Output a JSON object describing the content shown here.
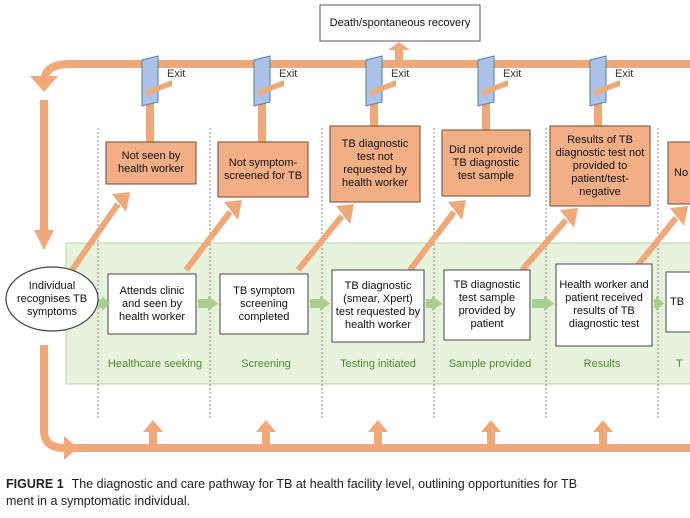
{
  "diagram": {
    "outcome_box": "Death/spontaneous recovery",
    "start_node": "Individual recognises TB symptoms",
    "exit_label": "Exit",
    "stages": [
      {
        "label": "Healthcare seeking",
        "step": "Attends clinic and seen by health worker",
        "failure": "Not seen by health worker"
      },
      {
        "label": "Screening",
        "step": "TB symptom screening completed",
        "failure": "Not symptom-screened for TB"
      },
      {
        "label": "Testing initiated",
        "step": "TB diagnostic (smear, Xpert) test requested by health worker",
        "failure": "TB diagnostic test not requested by health worker"
      },
      {
        "label": "Sample provided",
        "step": "TB diagnostic test sample provided by patient",
        "failure": "Did not provide TB diagnostic test sample"
      },
      {
        "label": "Results",
        "step": "Health worker and patient received results of TB diagnostic test",
        "failure": "Results of TB diagnostic test not provided to patient/test-negative"
      }
    ],
    "partial": {
      "step": "TB",
      "failure": "No t",
      "label": "T"
    }
  },
  "caption": {
    "label": "FIGURE 1",
    "line1": "The diagnostic and care pathway for TB at health facility level, outlining opportunities for TB",
    "line2": "ment in a symptomatic individual."
  },
  "colors": {
    "failure_fill": "#f2ae85",
    "failure_border": "#7a4a2e",
    "band_fill": "#e8f3dd",
    "band_border": "#b9d8a5",
    "stage_label": "#4c8a2e",
    "arrow_orange": "#f0a878",
    "arrow_green": "#a9cf8e",
    "exit_door": "#a9c4e6"
  }
}
